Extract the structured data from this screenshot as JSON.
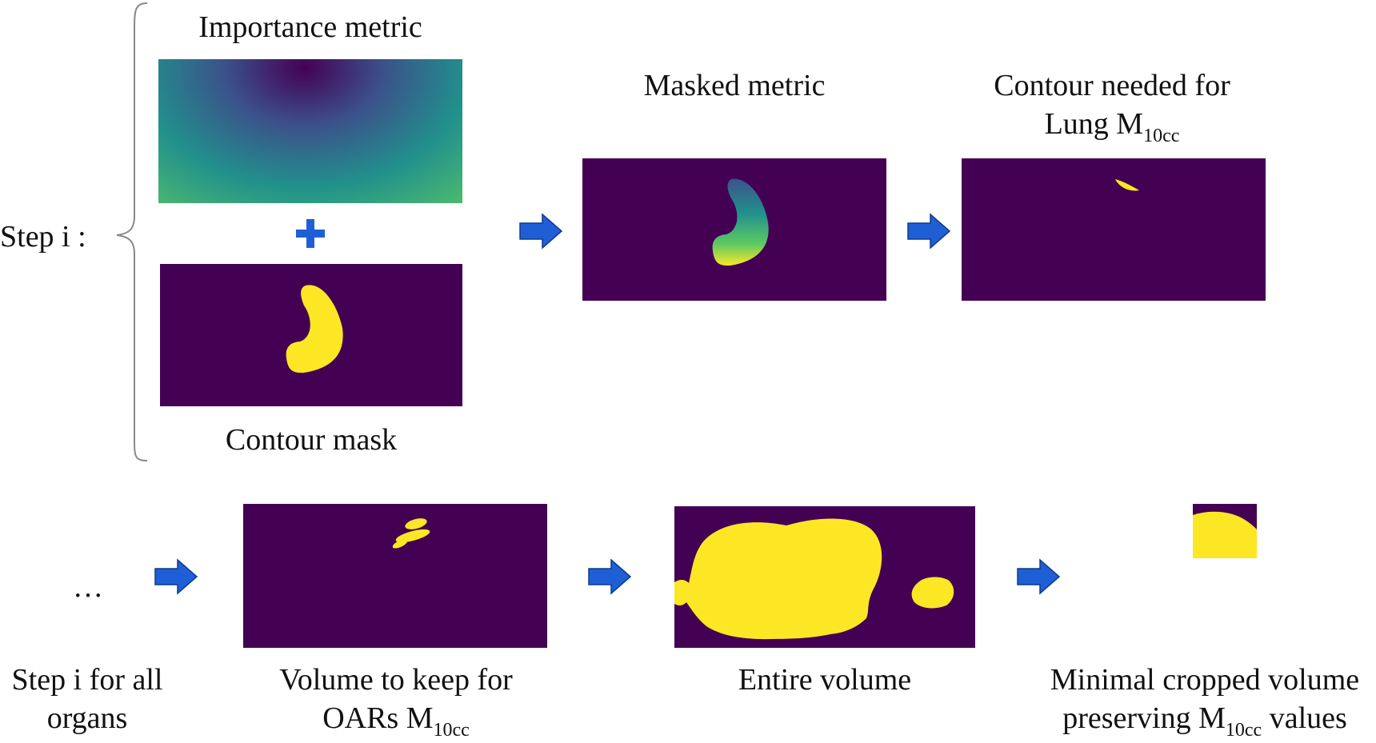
{
  "step_label": "Step i :",
  "top": {
    "importance_metric_label": "Importance metric",
    "contour_mask_label": "Contour mask",
    "masked_metric_label": "Masked metric",
    "contour_needed_line1": "Contour needed for",
    "contour_needed_line2": "Lung M",
    "contour_needed_sub": "10cc"
  },
  "bottom": {
    "ellipsis": "…",
    "step_all_line1": "Step i for all",
    "step_all_line2": "organs",
    "volume_keep_line1": "Volume to keep for",
    "volume_keep_line2": "OARs M",
    "volume_keep_sub": "10cc",
    "entire_volume_label": "Entire volume",
    "minimal_line1": "Minimal cropped volume",
    "minimal_line2_pre": "preserving M",
    "minimal_line2_sub": "10cc",
    "minimal_line2_post": " values"
  },
  "colors": {
    "background_purple": "#440154",
    "mask_yellow": "#fde725",
    "arrow_blue": "#1f5fd6"
  },
  "icons": [
    "plus-icon",
    "right-arrow-icon"
  ]
}
